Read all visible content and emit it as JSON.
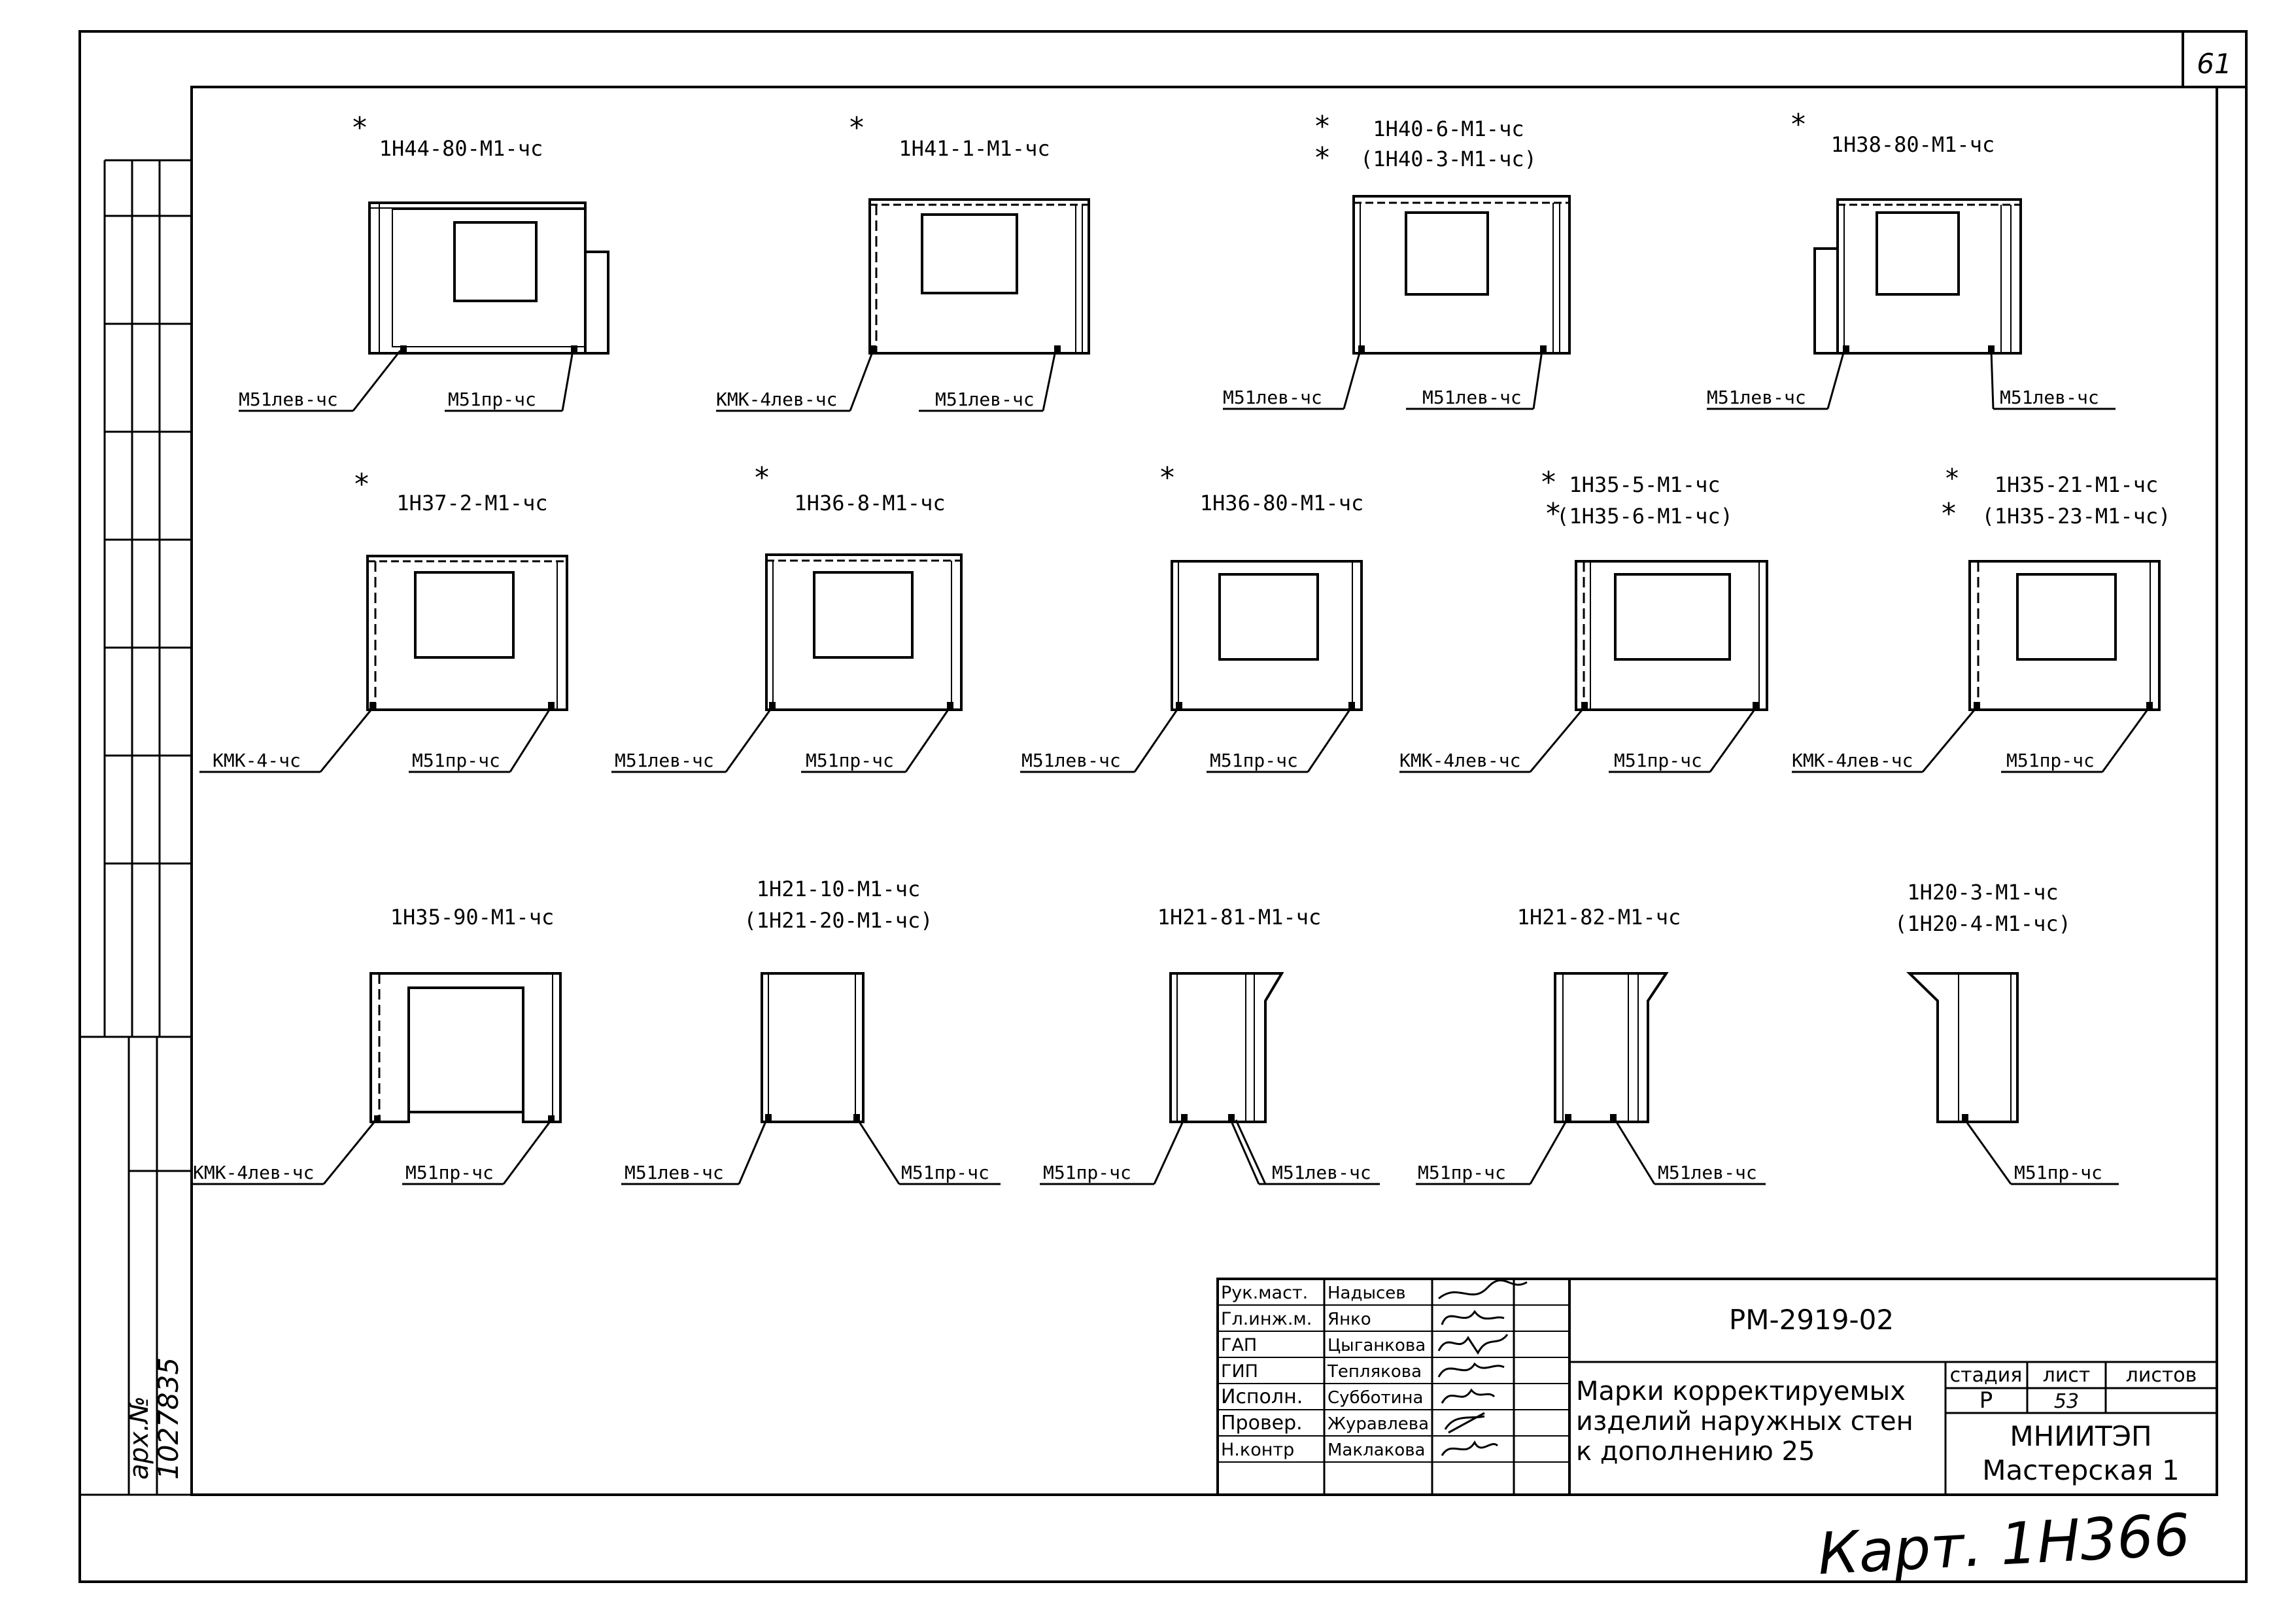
{
  "sheet_number": "61",
  "panels": [
    {
      "title": [
        "1Н44-80-М1-чс"
      ],
      "stars": 1,
      "left_label": "М51лев-чс",
      "right_label": "М51пр-чс"
    },
    {
      "title": [
        "1Н41-1-М1-чс"
      ],
      "stars": 1,
      "left_label": "КМК-4лев-чс",
      "right_label": "М51лев-чс"
    },
    {
      "title": [
        "1Н40-6-М1-чс",
        "(1Н40-3-М1-чс)"
      ],
      "stars": 2,
      "left_label": "М51лев-чс",
      "right_label": "М51лев-чс"
    },
    {
      "title": [
        "1Н38-80-М1-чс"
      ],
      "stars": 1,
      "left_label": "М51лев-чс",
      "right_label": "М51лев-чс"
    },
    {
      "title": [
        "1Н37-2-М1-чс"
      ],
      "stars": 1,
      "left_label": "КМК-4-чс",
      "right_label": "М51пр-чс"
    },
    {
      "title": [
        "1Н36-8-М1-чс"
      ],
      "stars": 1,
      "left_label": "М51лев-чс",
      "right_label": "М51пр-чс"
    },
    {
      "title": [
        "1Н36-80-М1-чс"
      ],
      "stars": 1,
      "left_label": "М51лев-чс",
      "right_label": "М51пр-чс"
    },
    {
      "title": [
        "1Н35-5-М1-чс",
        "(1Н35-6-М1-чс)"
      ],
      "stars": 2,
      "left_label": "КМК-4лев-чс",
      "right_label": "М51пр-чс"
    },
    {
      "title": [
        "1Н35-21-М1-чс",
        "(1Н35-23-М1-чс)"
      ],
      "stars": 2,
      "left_label": "КМК-4лев-чс",
      "right_label": "М51пр-чс"
    },
    {
      "title": [
        "1Н35-90-М1-чс"
      ],
      "stars": 0,
      "left_label": "КМК-4лев-чс",
      "right_label": "М51пр-чс"
    },
    {
      "title": [
        "1Н21-10-М1-чс",
        "(1Н21-20-М1-чс)"
      ],
      "stars": 0,
      "left_label": "М51лев-чс",
      "right_label": "М51пр-чс"
    },
    {
      "title": [
        "1Н21-81-М1-чс"
      ],
      "stars": 0,
      "left_label": "М51пр-чс",
      "right_label": "М51лев-чс"
    },
    {
      "title": [
        "1Н21-82-М1-чс"
      ],
      "stars": 0,
      "left_label": "М51пр-чс",
      "right_label": "М51лев-чс"
    },
    {
      "title": [
        "1Н20-3-М1-чс",
        "(1Н20-4-М1-чс)"
      ],
      "stars": 0,
      "left_label": "",
      "right_label": "М51пр-чс"
    }
  ],
  "title_block": {
    "roles": [
      "Рук.маст.",
      "Гл.инж.м.",
      "ГАП",
      "ГИП",
      "Исполн.",
      "Провер.",
      "Н.контр"
    ],
    "names": [
      "Надысев",
      "Янко",
      "Цыганкова",
      "Теплякова",
      "Субботина",
      "Журавлева",
      "Маклакова"
    ],
    "code": "РМ-2919-02",
    "description": [
      "Марки корректируемых",
      "изделий наружных стен",
      "к дополнению 25"
    ],
    "stage_header": "стадия",
    "sheet_header": "лист",
    "sheets_header": "листов",
    "stage": "Р",
    "sheet": "53",
    "organization": [
      "МНИИТЭП",
      "Мастерская 1"
    ]
  },
  "archive_stamp": [
    "арх.№",
    "1027835"
  ],
  "handwritten_note": "Карт. 1Н366"
}
